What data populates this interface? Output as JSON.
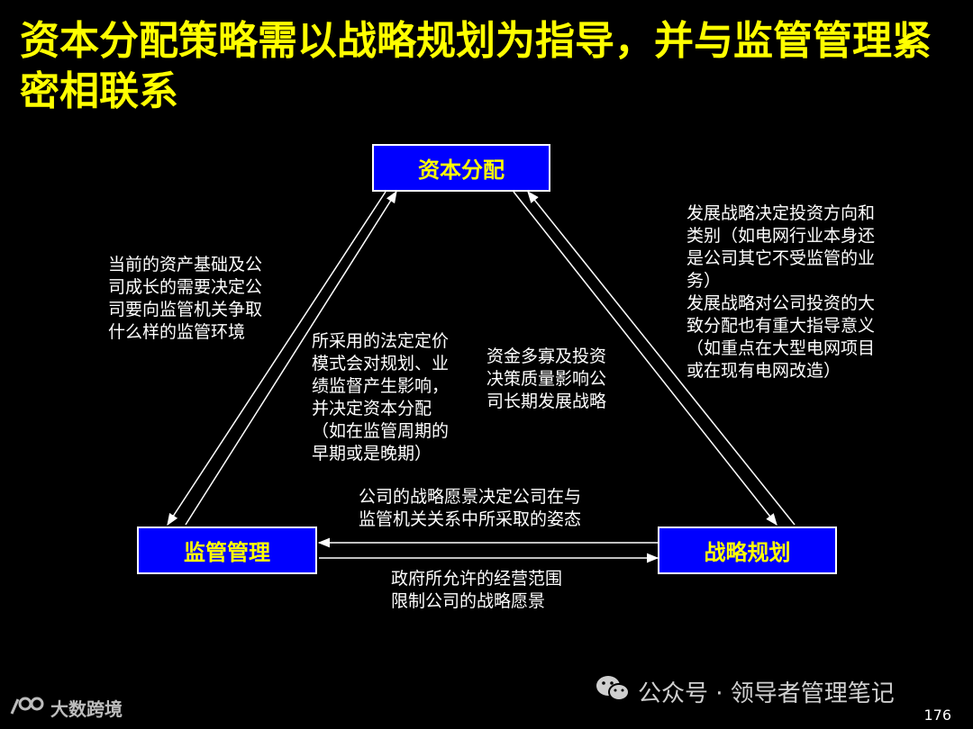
{
  "title": "资本分配策略需以战略规划为指导，并与监管管理紧密相联系",
  "nodes": {
    "capital": "资本分配",
    "regulation": "监管管理",
    "strategy": "战略规划"
  },
  "notes": {
    "left_outer": "当前的资产基础及公\n司成长的需要决定公\n司要向监管机关争取\n什么样的监管环境",
    "left_inner": "所采用的法定定价\n模式会对规划、业\n绩监督产生影响，\n并决定资本分配\n（如在监管周期的\n早期或是晚期）",
    "middle": "资金多寡及投资\n决策质量影响公\n司长期发展战略",
    "right": "发展战略决定投资方向和\n类别（如电网行业本身还\n是公司其它不受监管的业\n务）\n发展战略对公司投资的大\n致分配也有重大指导意义\n（如重点在大型电网项目\n或在现有电网改造）",
    "bottom_upper": "公司的战略愿景决定公司在与\n监管机关关系中所采取的姿态",
    "bottom_lower": "政府所允许的经营范围\n限制公司的战略愿景"
  },
  "watermark": "公众号 · 领导者管理笔记",
  "logo": "大数跨境",
  "page_number": "176"
}
